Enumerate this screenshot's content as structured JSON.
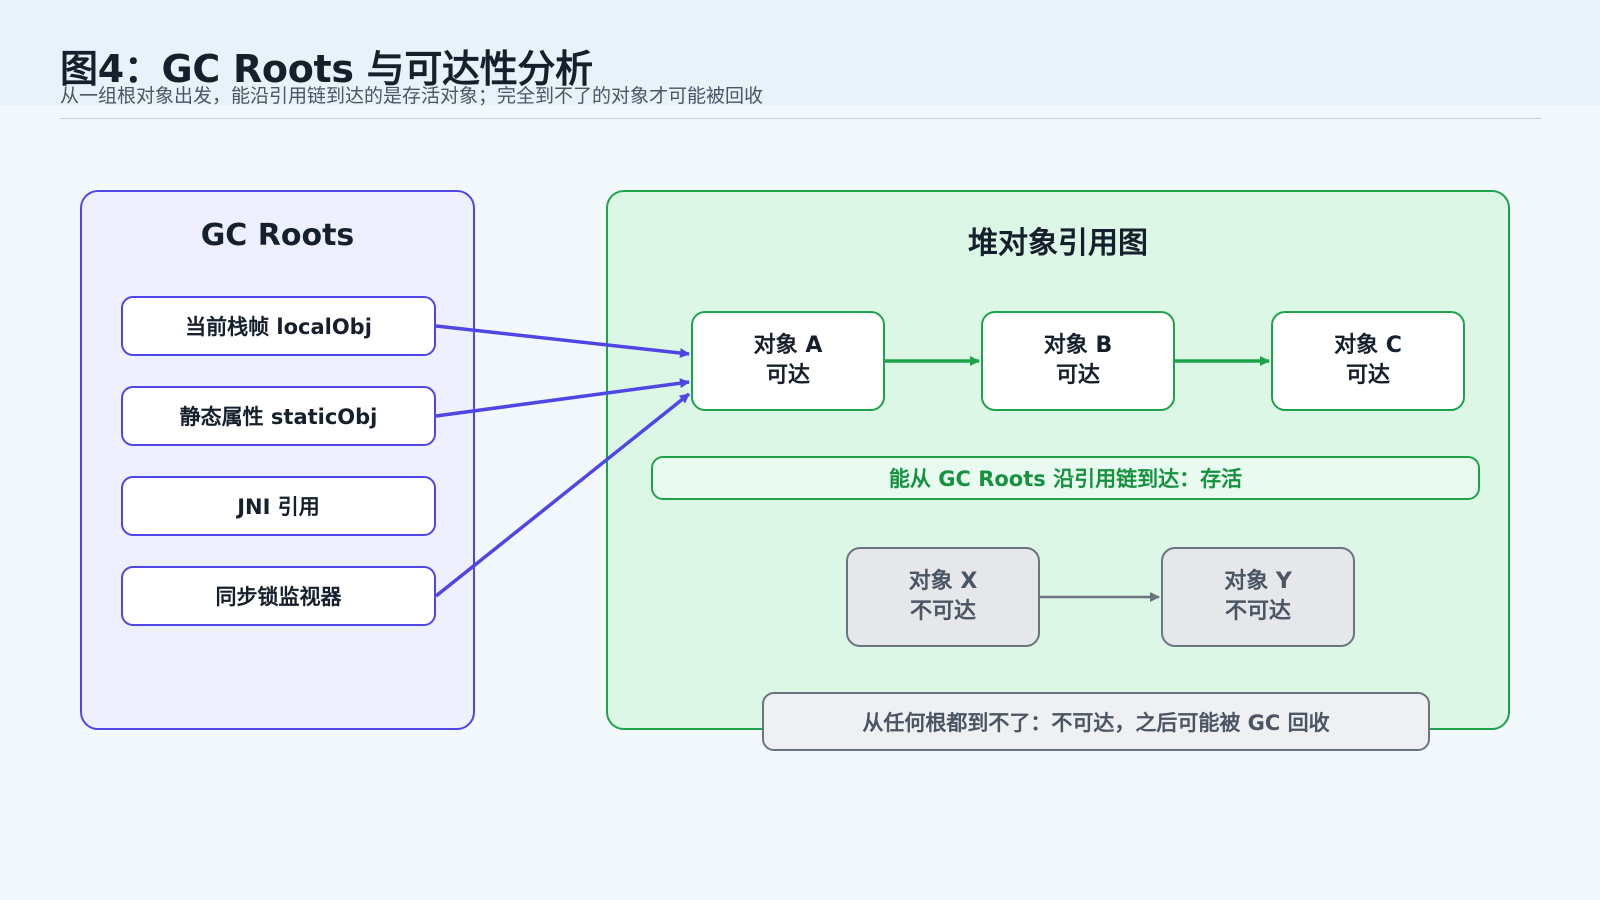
{
  "header": {
    "title": "图4：GC Roots 与可达性分析",
    "subtitle": "从一组根对象出发，能沿引用链到达的是存活对象；完全到不了的对象才可能被回收"
  },
  "roots_panel": {
    "title": "GC Roots",
    "items": [
      {
        "label": "当前栈帧 localObj"
      },
      {
        "label": "静态属性 staticObj"
      },
      {
        "label": "JNI 引用"
      },
      {
        "label": "同步锁监视器"
      }
    ]
  },
  "heap_panel": {
    "title": "堆对象引用图",
    "reachable": [
      {
        "name": "对象 A",
        "status": "可达"
      },
      {
        "name": "对象 B",
        "status": "可达"
      },
      {
        "name": "对象 C",
        "status": "可达"
      }
    ],
    "unreachable": [
      {
        "name": "对象 X",
        "status": "不可达"
      },
      {
        "name": "对象 Y",
        "status": "不可达"
      }
    ],
    "alive_note": "能从 GC Roots 沿引用链到达：存活",
    "dead_note": "从任何根都到不了：不可达，之后可能被 GC 回收"
  },
  "colors": {
    "roots_accent": "#4f46e5",
    "alive_accent": "#1fa34a",
    "dead_accent": "#6b7280"
  }
}
